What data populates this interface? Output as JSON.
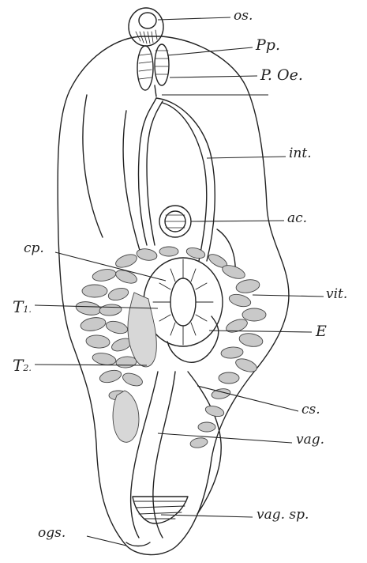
{
  "labels": {
    "os": "os.",
    "pp": "Pp.",
    "poe": "P. Oe.",
    "int": "int.",
    "ac": "ac.",
    "cp": "cp.",
    "vit": "vit.",
    "t1": "T",
    "t1_sub": "1.",
    "e": "E",
    "t2": "T",
    "t2_sub": "2.",
    "cs": "cs.",
    "vag": "vag.",
    "vagsp": "vag. sp.",
    "ogs": "ogs."
  },
  "colors": {
    "ink": "#222222",
    "background": "#ffffff"
  }
}
